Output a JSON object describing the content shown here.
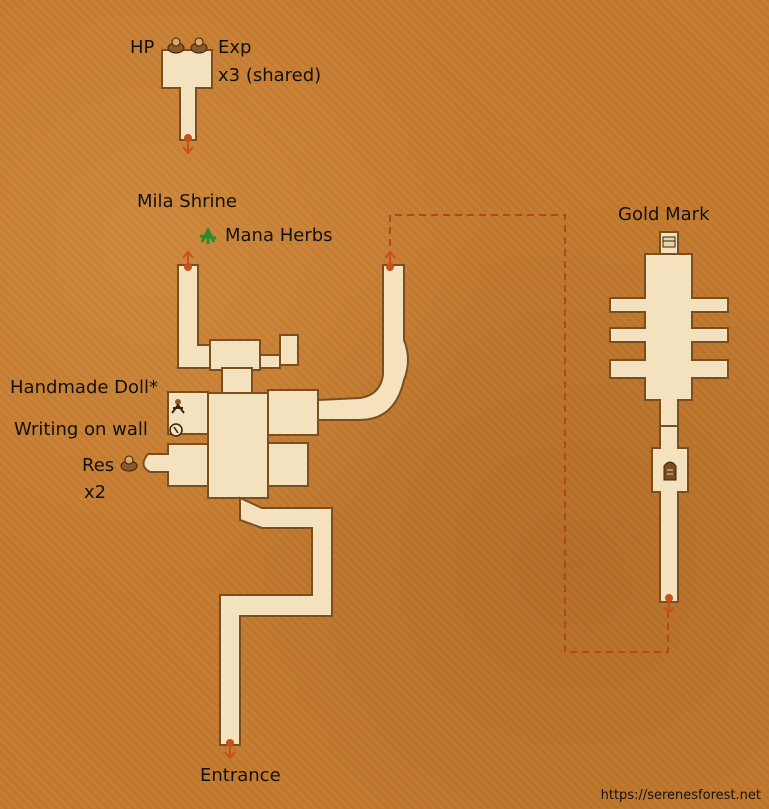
{
  "labels": {
    "hp": "HP",
    "exp": "Exp",
    "shared": "x3 (shared)",
    "mila_shrine": "Mila Shrine",
    "mana_herbs": "Mana Herbs",
    "gold_mark": "Gold Mark",
    "handmade_doll": "Handmade Doll*",
    "writing_on_wall": "Writing on wall",
    "res": "Res",
    "res_count": "x2",
    "entrance": "Entrance"
  },
  "source": "https://serenesforest.net",
  "icons": {
    "hp": "hp-fountain-icon",
    "exp": "exp-fountain-icon",
    "herbs": "herb-icon",
    "chest": "treasure-chest-icon",
    "doll": "doll-icon",
    "wall_text": "writing-on-wall-icon",
    "res": "res-fountain-icon",
    "altar": "altar-icon",
    "exit_arrow": "exit-arrow-icon"
  },
  "colors": {
    "ground": "#c47a2e",
    "floor": "#f3e2bd",
    "wall": "#7a4e1e",
    "arrow": "#c8501c",
    "dashed_path": "#b4481a"
  }
}
